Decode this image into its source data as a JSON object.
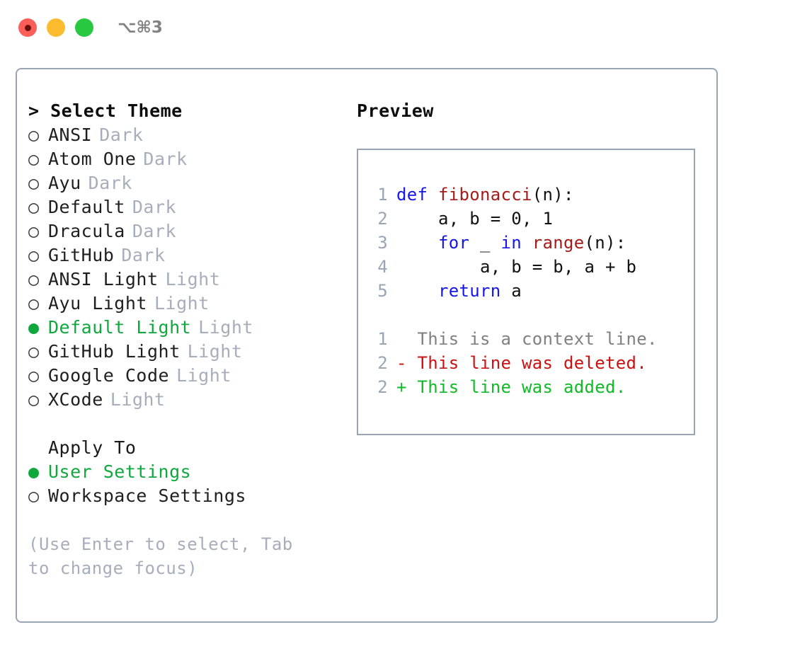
{
  "titlebar": {
    "shortcut": "⌥⌘3",
    "lights": [
      {
        "name": "close",
        "color": "#fc5f5a"
      },
      {
        "name": "minimize",
        "color": "#fdbc2e"
      },
      {
        "name": "zoom",
        "color": "#28c840"
      }
    ]
  },
  "theme_section": {
    "header": "> Select Theme",
    "items": [
      {
        "bullet": "○",
        "label": "ANSI",
        "tag": "Dark",
        "selected": false
      },
      {
        "bullet": "○",
        "label": "Atom One",
        "tag": "Dark",
        "selected": false
      },
      {
        "bullet": "○",
        "label": "Ayu",
        "tag": "Dark",
        "selected": false
      },
      {
        "bullet": "○",
        "label": "Default",
        "tag": "Dark",
        "selected": false
      },
      {
        "bullet": "○",
        "label": "Dracula",
        "tag": "Dark",
        "selected": false
      },
      {
        "bullet": "○",
        "label": "GitHub",
        "tag": "Dark",
        "selected": false
      },
      {
        "bullet": "○",
        "label": "ANSI Light",
        "tag": "Light",
        "selected": false
      },
      {
        "bullet": "○",
        "label": "Ayu Light",
        "tag": "Light",
        "selected": false
      },
      {
        "bullet": "●",
        "label": "Default Light",
        "tag": "Light",
        "selected": true
      },
      {
        "bullet": "○",
        "label": "GitHub Light",
        "tag": "Light",
        "selected": false
      },
      {
        "bullet": "○",
        "label": "Google Code",
        "tag": "Light",
        "selected": false
      },
      {
        "bullet": "○",
        "label": "XCode",
        "tag": "Light",
        "selected": false
      }
    ]
  },
  "apply_section": {
    "header": "Apply To",
    "items": [
      {
        "bullet": "●",
        "label": "User Settings",
        "selected": true
      },
      {
        "bullet": "○",
        "label": "Workspace Settings",
        "selected": false
      }
    ]
  },
  "hint": "(Use Enter to select, Tab to change focus)",
  "preview": {
    "header": "Preview",
    "code_lines": [
      {
        "num": "1",
        "tokens": [
          {
            "text": "def ",
            "style": "kw"
          },
          {
            "text": "fibonacci",
            "style": "fn"
          },
          {
            "text": "(n):",
            "style": "txt"
          }
        ]
      },
      {
        "num": "2",
        "tokens": [
          {
            "text": "    a, b = 0, 1",
            "style": "txt"
          }
        ]
      },
      {
        "num": "3",
        "tokens": [
          {
            "text": "    for ",
            "style": "kw"
          },
          {
            "text": "_ ",
            "style": "txt"
          },
          {
            "text": "in ",
            "style": "kw"
          },
          {
            "text": "range",
            "style": "fn"
          },
          {
            "text": "(n):",
            "style": "txt"
          }
        ]
      },
      {
        "num": "4",
        "tokens": [
          {
            "text": "        a, b = b, a + b",
            "style": "txt"
          }
        ]
      },
      {
        "num": "5",
        "tokens": [
          {
            "text": "    return ",
            "style": "kw"
          },
          {
            "text": "a",
            "style": "txt"
          }
        ]
      }
    ],
    "diff_lines": [
      {
        "num": "1",
        "marker": "  ",
        "text": "This is a context line.",
        "style": "ctx"
      },
      {
        "num": "2",
        "marker": "- ",
        "text": "This line was deleted.",
        "style": "del"
      },
      {
        "num": "2",
        "marker": "+ ",
        "text": "This line was added.",
        "style": "add"
      }
    ]
  },
  "colors": {
    "accent_green": "#10a83e",
    "border": "#9aa5b4",
    "muted": "#a7aebb",
    "keyword": "#1616e8",
    "function": "#a61b1b",
    "diff_add": "#11bb26",
    "diff_del": "#cc1111"
  }
}
